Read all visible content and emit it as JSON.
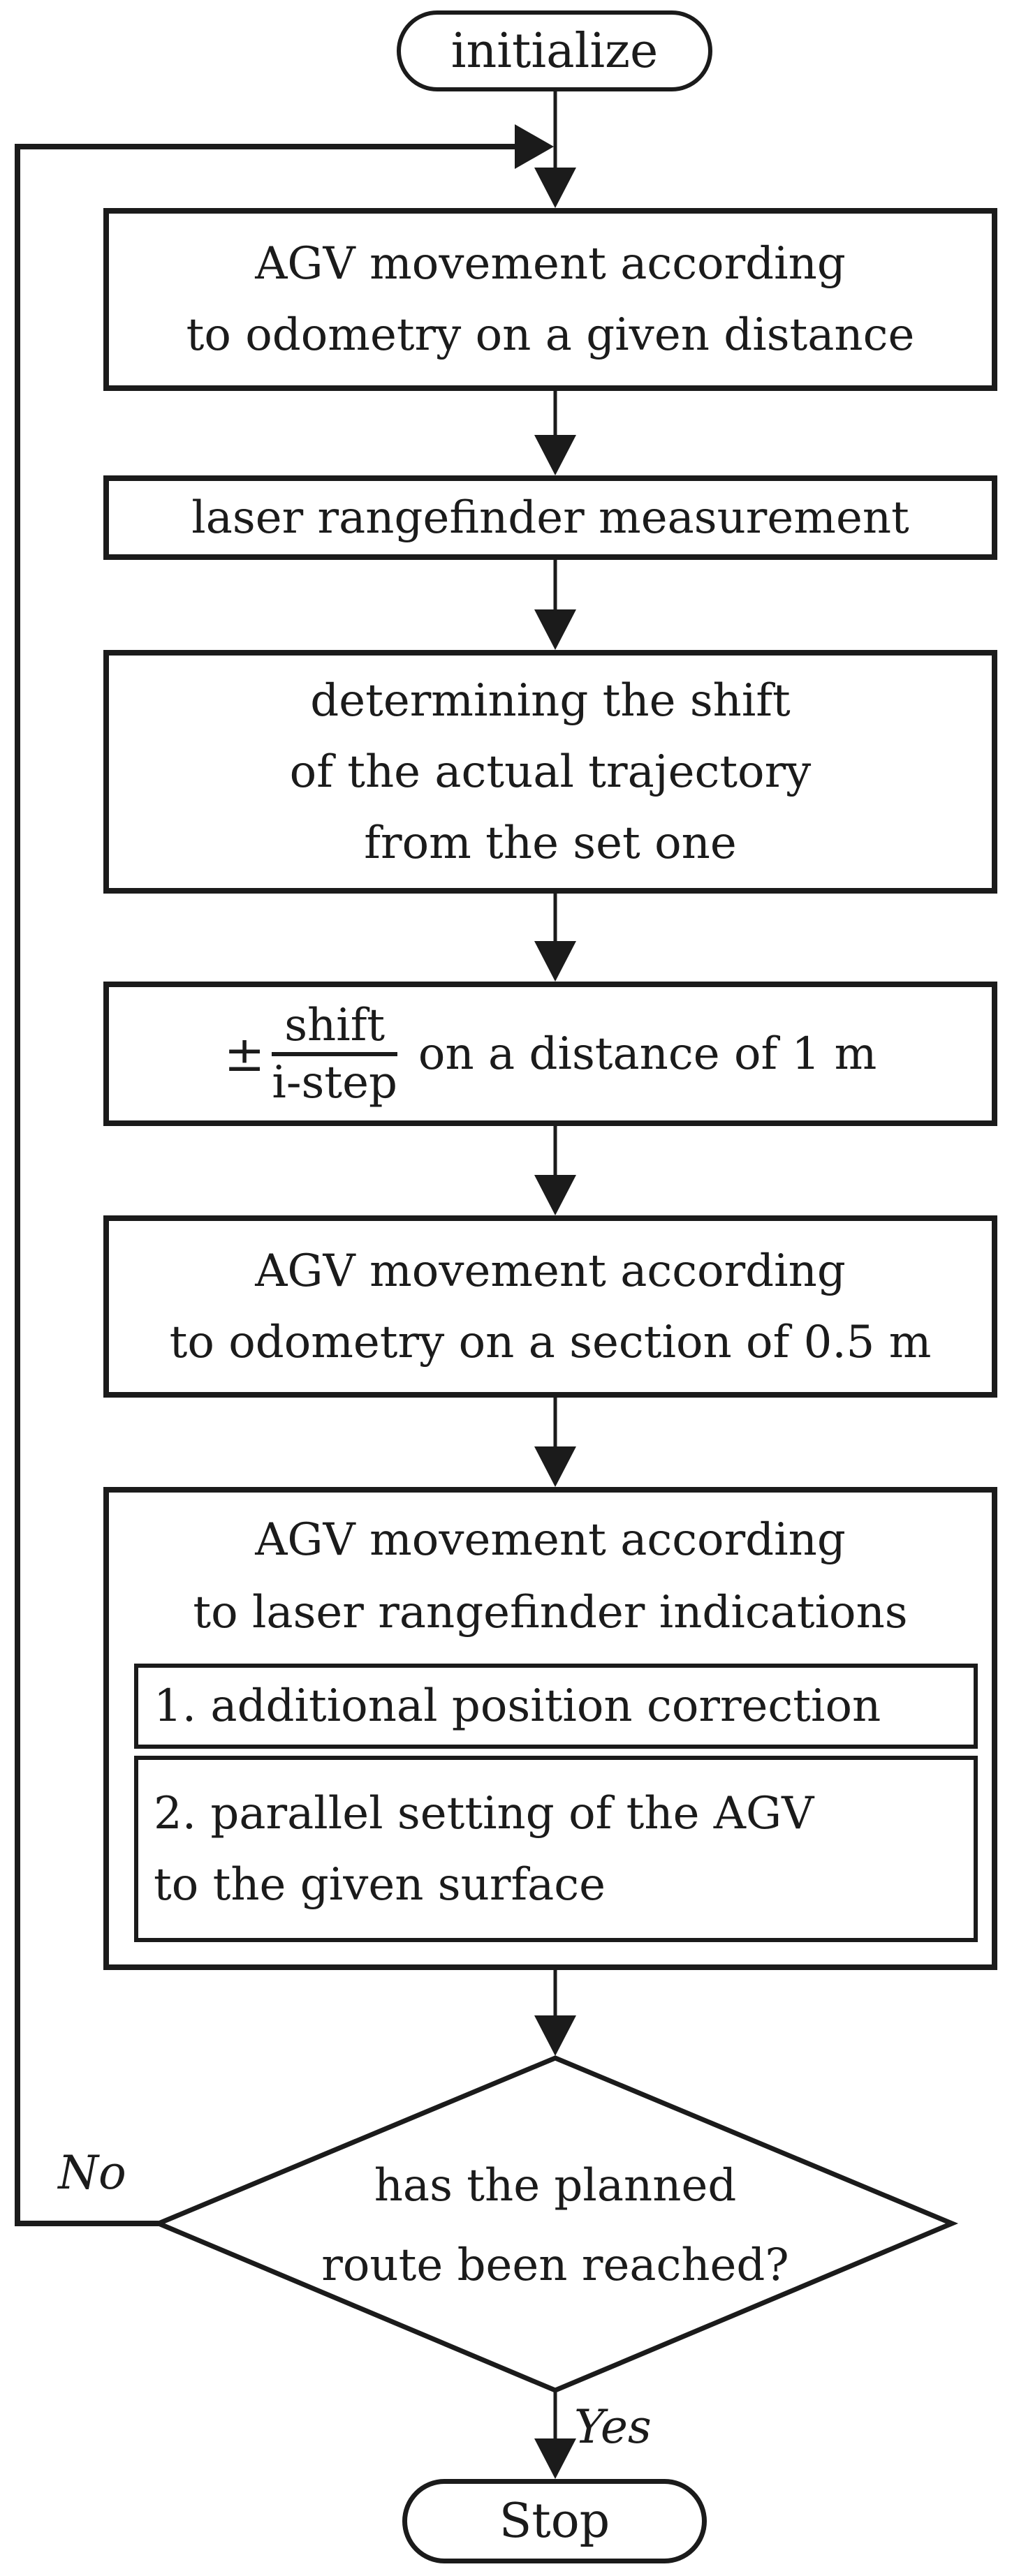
{
  "figure": {
    "type": "flowchart",
    "background": "#ffffff",
    "ink_color": "#1b1b1b"
  },
  "nodes": {
    "start": {
      "label": "initialize"
    },
    "odometry_distance": {
      "lines": [
        "AGV movement according",
        "to odometry on a given distance"
      ]
    },
    "laser_measurement": {
      "lines": [
        "laser rangefinder measurement"
      ]
    },
    "shift_determination": {
      "lines": [
        "determining the shift",
        "of the actual trajectory",
        "from the set one"
      ]
    },
    "correction_formula": {
      "pm": "±",
      "numerator": "shift",
      "denominator": "i-step",
      "suffix": "on a distance of 1 m"
    },
    "odometry_section": {
      "lines": [
        "AGV movement according",
        "to odometry on a section of 0.5 m"
      ]
    },
    "laser_following": {
      "lines": [
        "AGV movement according",
        "to laser rangefinder indications"
      ],
      "sub1": {
        "lines": [
          "1. additional position correction"
        ]
      },
      "sub2": {
        "lines": [
          "2. parallel setting of the AGV",
          "to the given surface"
        ]
      }
    },
    "decision": {
      "lines": [
        "has the planned",
        "route been reached?"
      ]
    },
    "end": {
      "label": "Stop"
    }
  },
  "edges": {
    "no_label": "No",
    "yes_label": "Yes"
  }
}
